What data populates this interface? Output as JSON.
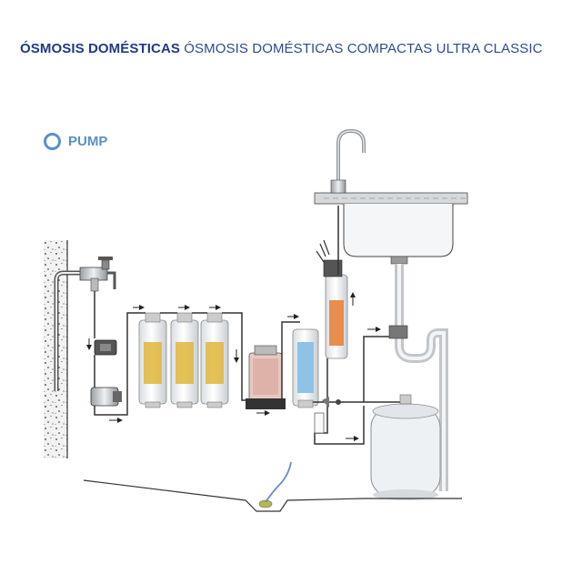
{
  "header": {
    "title_bold": "ÓSMOSIS DOMÉSTICAS",
    "title_rest": "ÓSMOSIS DOMÉSTICAS COMPACTAS ULTRA CLASSIC"
  },
  "option": {
    "label": "PUMP",
    "ring_color": "#5a8fc7"
  },
  "colors": {
    "title": "#1e3a86",
    "pipe": "#333333",
    "filter_gold": "#e0b63a",
    "filter_orange": "#e8823a",
    "membrane_blue": "#8fc2e6",
    "tank": "#eef1f4"
  }
}
